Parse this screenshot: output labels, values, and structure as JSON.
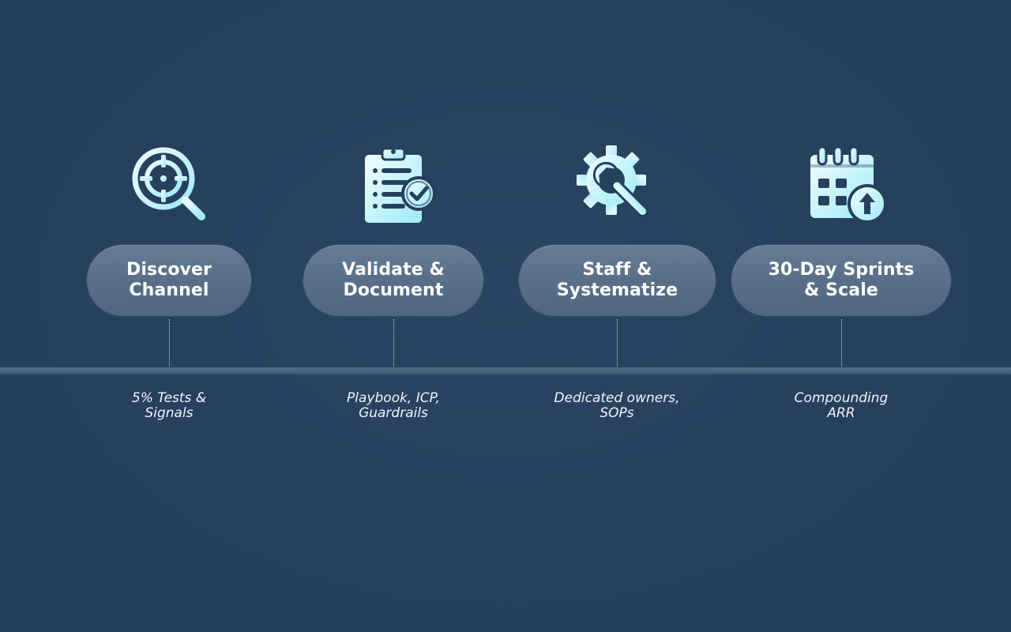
{
  "colors": {
    "background": "#26405e",
    "pill": "#5b718b",
    "timeline": "#4d6681",
    "icon_light": "#e6fbff",
    "icon_mid": "#a9eef8",
    "text": "#ffffff"
  },
  "stages": [
    {
      "icon": "target-magnifier-icon",
      "label": "Discover\nChannel",
      "caption": "5% Tests &\nSignals"
    },
    {
      "icon": "clipboard-check-icon",
      "label": "Validate &\nDocument",
      "caption": "Playbook, ICP,\nGuardrails"
    },
    {
      "icon": "gear-wrench-icon",
      "label": "Staff &\nSystematize",
      "caption": "Dedicated owners,\nSOPs"
    },
    {
      "icon": "calendar-up-arrow-icon",
      "label": "30-Day Sprints\n& Scale",
      "caption": "Compounding\nARR"
    }
  ]
}
